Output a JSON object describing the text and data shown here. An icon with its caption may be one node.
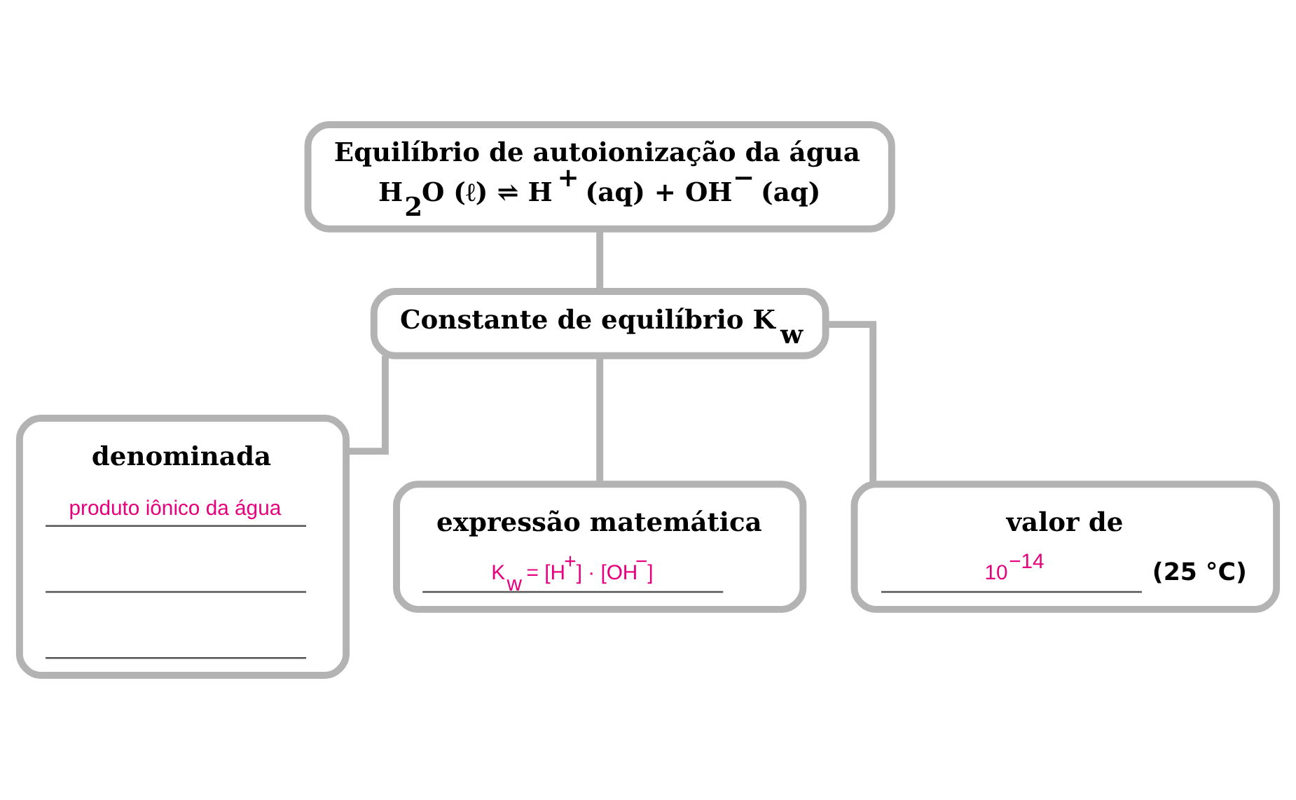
{
  "diagram": {
    "nodes": [
      {
        "text": [
          "Equilíbrio de autoionização da água",
          "H$_{2}$O (ℓ) ⇌ H$^{+}$ (aq) + OH$^{−}$ (aq)"
        ]
      },
      {
        "text": [
          "Constante de equilíbrio K$_{w}$"
        ]
      },
      {
        "text": [
          "denominada",
          "produto iônico da água"
        ]
      },
      {
        "text": [
          "expressão matemática",
          "K$_{w}$ = [H$^{+}$] · [OH$^{−}$]"
        ]
      },
      {
        "text": [
          "valor de",
          "10$^{−14}$",
          "(25 °C)"
        ]
      }
    ],
    "edges": [
      {
        "from": 0,
        "to": 1,
        "arrow": "none"
      },
      {
        "from": 1,
        "to": 2,
        "arrow": "none"
      },
      {
        "from": 1,
        "to": 3,
        "arrow": "none"
      },
      {
        "from": 1,
        "to": 4,
        "arrow": "none"
      }
    ]
  }
}
